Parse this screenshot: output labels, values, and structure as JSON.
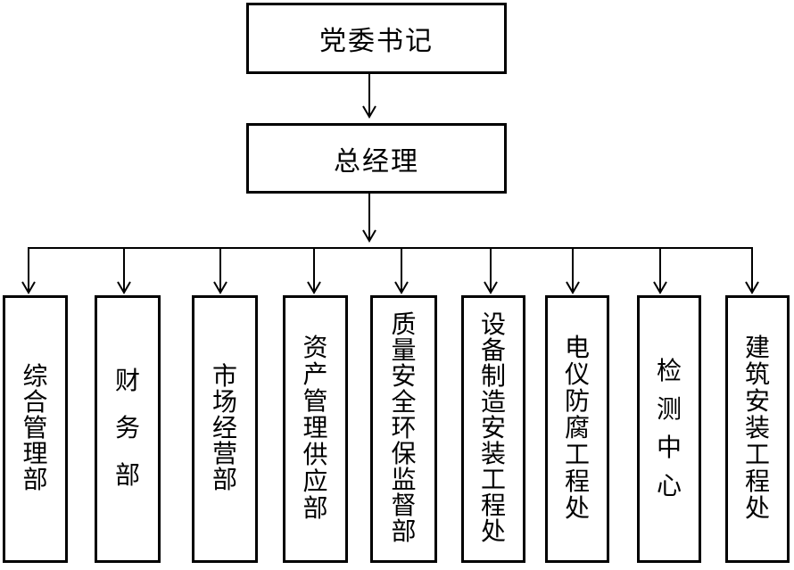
{
  "org_chart": {
    "root": {
      "label": "党委书记"
    },
    "manager": {
      "label": "总经理"
    },
    "departments": [
      {
        "label": "综合管理部"
      },
      {
        "label": "财务部"
      },
      {
        "label": "市场经营部"
      },
      {
        "label": "资产管理供应部"
      },
      {
        "label": "质量安全环保监督部"
      },
      {
        "label": "设备制造安装工程处"
      },
      {
        "label": "电仪防腐工程处"
      },
      {
        "label": "检测中心"
      },
      {
        "label": "建筑安装工程处"
      }
    ],
    "colors": {
      "background": "#ffffff",
      "line": "#000000",
      "box_border": "#000000",
      "text": "#000000"
    }
  }
}
